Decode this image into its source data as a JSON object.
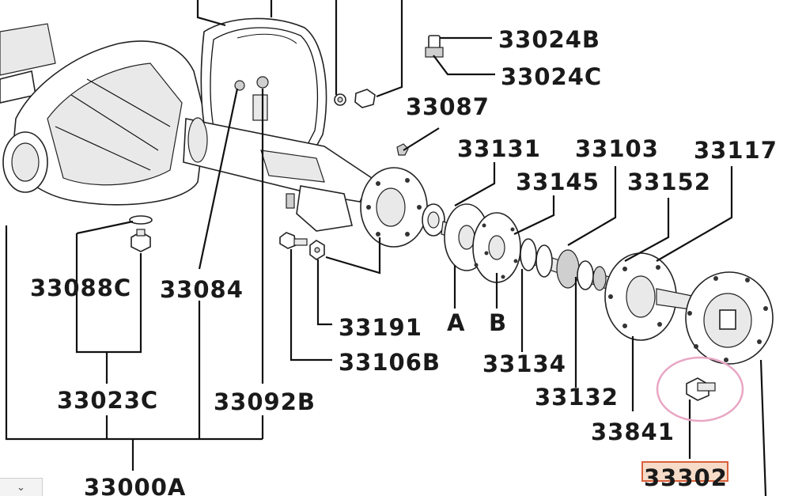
{
  "parts": {
    "p33024B": "33024B",
    "p33024C": "33024C",
    "p33087": "33087",
    "p33131": "33131",
    "p33103": "33103",
    "p33117": "33117",
    "p33145": "33145",
    "p33152": "33152",
    "p33088C": "33088C",
    "p33084": "33084",
    "p33191": "33191",
    "pA": "A",
    "pB": "B",
    "p33106B": "33106B",
    "p33134": "33134",
    "p33132": "33132",
    "p33023C": "33023C",
    "p33092B": "33092B",
    "p33841": "33841",
    "p33000A": "33000A",
    "p33302": "33302"
  },
  "colors": {
    "highlight_circle": "#e8a6c4",
    "highlight_box_border": "#d9603a",
    "highlight_box_fill": "#f6dcc8"
  },
  "ui": {
    "corner_icon": "chevron-down-icon",
    "corner_glyph": "⌄"
  }
}
